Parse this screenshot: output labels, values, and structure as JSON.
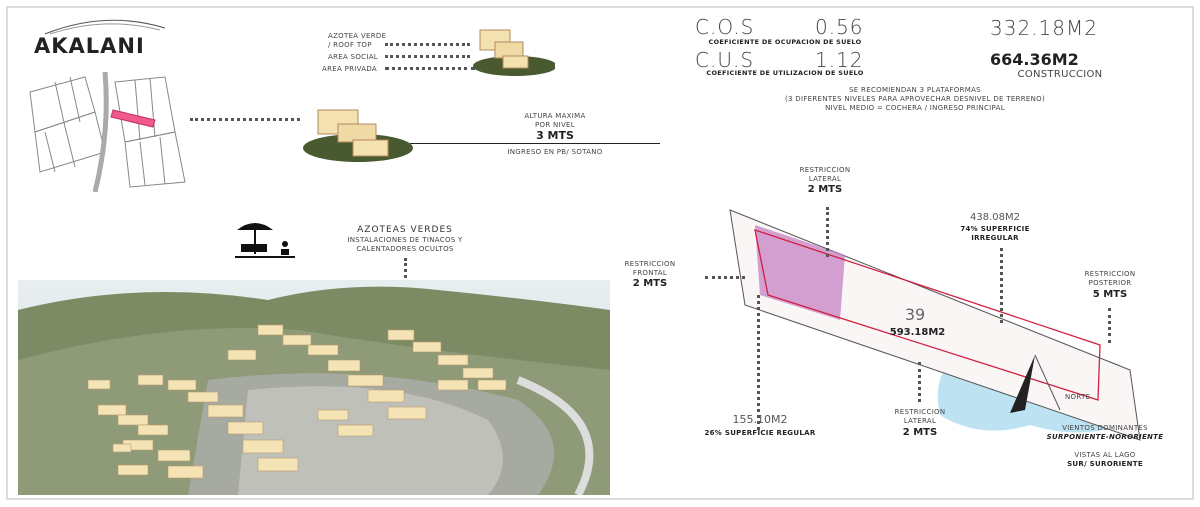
{
  "logo": "AKALANI",
  "levels": {
    "roof": "AZOTEA VERDE",
    "roof2": "/ ROOF TOP",
    "social": "AREA SOCIAL",
    "private": "AREA PRIVADA"
  },
  "height": {
    "l1": "ALTURA MAXIMA",
    "l2": "POR NIVEL",
    "value": "3 MTS",
    "entry": "INGRESO EN PB/ SOTANO"
  },
  "cos": {
    "label": "C.O.S",
    "value": "0.56",
    "desc": "COEFICIENTE DE OCUPACION DE SUELO",
    "area": "332.18M2"
  },
  "cus": {
    "label": "C.U.S",
    "value": "1.12",
    "desc": "COEFICIENTE DE UTILIZACION DE SUELO",
    "area": "664.36M2",
    "area_label": "CONSTRUCCION"
  },
  "platforms": {
    "l1": "SE RECOMIENDAN 3 PLATAFORMAS",
    "l2": "(3 DIFERENTES NIVELES PARA APROVECHAR DESNIVEL DE TERRENO)",
    "l3": "NIVEL MEDIO = COCHERA / INGRESO PRINCIPAL"
  },
  "roofs": {
    "title": "AZOTEAS VERDES",
    "l2": "INSTALACIONES DE TINACOS Y",
    "l3": "CALENTADORES OCULTOS"
  },
  "lot": {
    "number": "39",
    "area": "593.18M2",
    "north": "NORTE",
    "lat_top": {
      "l1": "RESTRICCION",
      "l2": "LATERAL",
      "v": "2 MTS"
    },
    "frontal": {
      "l1": "RESTRICCION",
      "l2": "FRONTAL",
      "v": "2 MTS"
    },
    "posterior": {
      "l1": "RESTRICCION",
      "l2": "POSTERIOR",
      "v": "5 MTS"
    },
    "lat_bottom": {
      "l1": "RESTRICCION",
      "l2": "LATERAL",
      "v": "2 MTS"
    },
    "irregular": {
      "area": "438.08M2",
      "desc": "74% SUPERFICIE",
      "desc2": "IRREGULAR"
    },
    "regular": {
      "area": "155.10M2",
      "desc": "26% SUPERFICIE REGULAR"
    },
    "winds": {
      "l1": "VIENTOS DOMINANTES",
      "l2": "SURPONIENTE-NORORIENTE"
    },
    "views": {
      "l1": "VISTAS AL LAGO",
      "l2": "SUR/ SURORIENTE"
    }
  }
}
